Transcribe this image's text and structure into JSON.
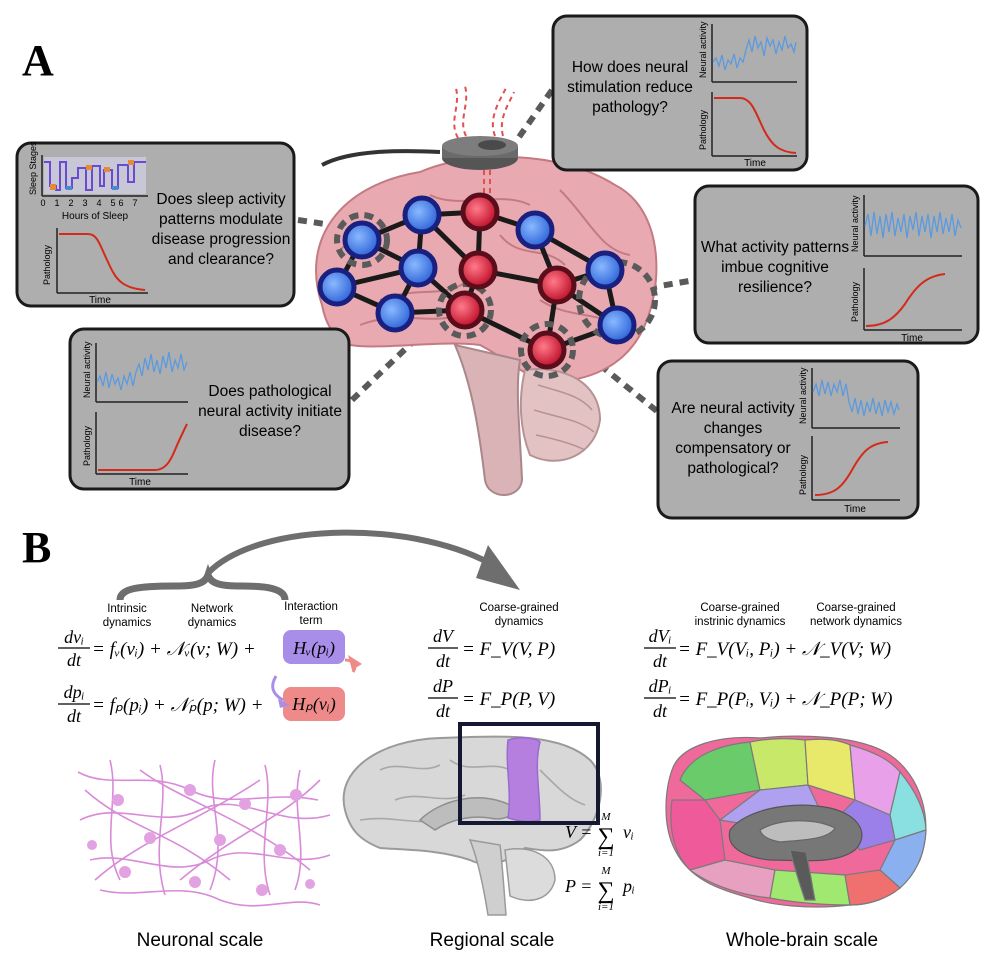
{
  "panel_a": {
    "label": "A",
    "boxes": {
      "sleep": {
        "question_lines": [
          "Does sleep activity",
          "patterns modulate",
          "disease progression",
          "and clearance?"
        ],
        "top_ylabel": "Sleep Stages",
        "top_xlabel": "Hours of Sleep",
        "top_ticks": [
          "0",
          "1",
          "2",
          "3",
          "4",
          "5",
          "6",
          "7"
        ],
        "bottom_ylabel": "Pathology",
        "bottom_xlabel": "Time"
      },
      "stimulation": {
        "question_lines": [
          "How does neural",
          "stimulation reduce",
          "pathology?"
        ],
        "top_ylabel": "Neural activity",
        "bottom_ylabel": "Pathology",
        "bottom_xlabel": "Time"
      },
      "cognitive": {
        "question_lines": [
          "What activity patterns",
          "imbue cognitive",
          "resilience?"
        ],
        "top_ylabel": "Neural activity",
        "bottom_ylabel": "Pathology",
        "bottom_xlabel": "Time"
      },
      "initiate": {
        "question_lines": [
          "Does pathological",
          "neural activity initiate",
          "disease?"
        ],
        "top_ylabel": "Neural activity",
        "bottom_ylabel": "Pathology",
        "bottom_xlabel": "Time"
      },
      "compensatory": {
        "question_lines": [
          "Are neural activity",
          "changes",
          "compensatory or",
          "pathological?"
        ],
        "top_ylabel": "Neural activity",
        "bottom_ylabel": "Pathology",
        "bottom_xlabel": "Time"
      }
    }
  },
  "panel_b": {
    "label": "B",
    "left": {
      "headers": [
        {
          "line1": "Intrinsic",
          "line2": "dynamics"
        },
        {
          "line1": "Network",
          "line2": "dynamics"
        },
        {
          "line1": "Interaction",
          "line2": "term"
        }
      ],
      "eq1": {
        "lhs_num": "dvᵢ",
        "lhs_den": "dt",
        "rhs": "= fᵥ(vᵢ) + 𝒩ᵥ(v; W) +",
        "box": "Hᵥ(pᵢ)"
      },
      "eq2": {
        "lhs_num": "dpᵢ",
        "lhs_den": "dt",
        "rhs": "= fₚ(pᵢ) + 𝒩ₚ(p; W) +",
        "box": "Hₚ(vᵢ)"
      },
      "caption": "Neuronal scale"
    },
    "middle": {
      "header_line1": "Coarse-grained",
      "header_line2": "dynamics",
      "eq1": {
        "lhs_num": "dV",
        "lhs_den": "dt",
        "rhs": "= F_V(V, P)"
      },
      "eq2": {
        "lhs_num": "dP",
        "lhs_den": "dt",
        "rhs": "= F_P(P, V)"
      },
      "sum1": {
        "lhs": "V =",
        "sym": "∑",
        "top": "M",
        "bottom": "i=1",
        "term": "vᵢ"
      },
      "sum2": {
        "lhs": "P =",
        "sym": "∑",
        "top": "M",
        "bottom": "i=1",
        "term": "pᵢ"
      },
      "caption": "Regional scale"
    },
    "right": {
      "header1_line1": "Coarse-grained",
      "header1_line2": "instrinic dynamics",
      "header2_line1": "Coarse-grained",
      "header2_line2": "network dynamics",
      "eq1": {
        "lhs_num": "dVᵢ",
        "lhs_den": "dt",
        "rhs": "= F_V(Vᵢ, Pᵢ) + 𝒩_V(V; W)"
      },
      "eq2": {
        "lhs_num": "dPᵢ",
        "lhs_den": "dt",
        "rhs": "= F_P(Pᵢ, Vᵢ) + 𝒩_P(P; W)"
      },
      "caption": "Whole-brain scale"
    }
  },
  "colors": {
    "box_fill": "#aeaeae",
    "box_border": "#1a1a1a",
    "node_blue": "#3f7fe0",
    "node_red": "#d4203a",
    "node_border": "#1a2a8a",
    "brain_pink": "#e7a9ae",
    "pathology_curve": "#d42a1a",
    "activity_trace": "#5a9ae0",
    "interaction_purple": "#a88ee8",
    "interaction_red": "#ef8a8a",
    "neuron_pink": "#d98ad8",
    "region_purple": "#b57fe0"
  }
}
